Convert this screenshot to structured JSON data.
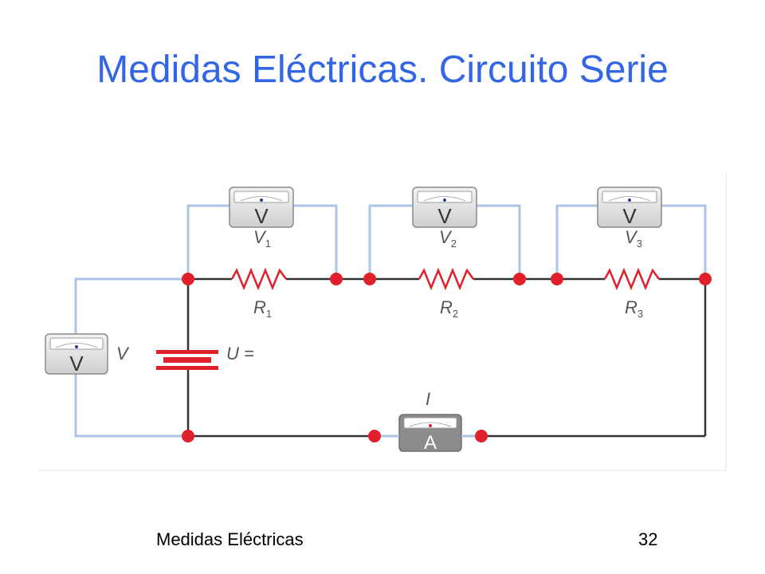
{
  "slide": {
    "title": "Medidas Eléctricas. Circuito Serie",
    "footer_left": "Medidas Eléctricas",
    "page_number": "32"
  },
  "diagram": {
    "meters": {
      "v1_letter": "V",
      "v2_letter": "V",
      "v3_letter": "V",
      "v_total_letter": "V",
      "ammeter_letter": "A"
    },
    "labels": {
      "v1": "V",
      "v1_sub": "1",
      "v2": "V",
      "v2_sub": "2",
      "v3": "V",
      "v3_sub": "3",
      "r1": "R",
      "r1_sub": "1",
      "r2": "R",
      "r2_sub": "2",
      "r3": "R",
      "r3_sub": "3",
      "v_total": "V",
      "source": "U =",
      "current": "I"
    },
    "colors": {
      "voltmeter_wire": "#a9c4e4",
      "circuit_wire": "#333333",
      "node": "#e0202a",
      "resistor": "#e0202a",
      "title": "#3366e6"
    }
  }
}
